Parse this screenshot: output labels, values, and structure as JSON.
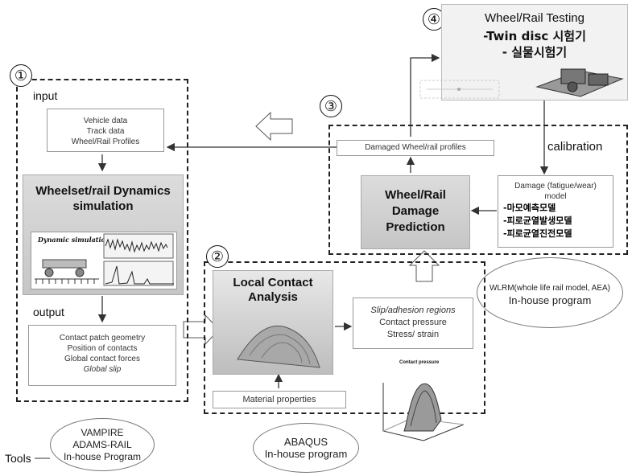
{
  "markers": {
    "m1": "①",
    "m2": "②",
    "m3": "③",
    "m4": "④"
  },
  "section1": {
    "input_label": "input",
    "input_lines": [
      "Vehicle data",
      "Track data",
      "Wheel/Rail Profiles"
    ],
    "sim_title": [
      "Wheelset/rail Dynamics",
      "simulation"
    ],
    "sim_caption": "Dynamic simulation",
    "output_label": "output",
    "output_lines": [
      "Contact patch geometry",
      "Position of contacts",
      "Global contact forces"
    ],
    "output_italic": "Global slip",
    "tools_label": "Tools",
    "tools_lines": [
      "VAMPIRE",
      "ADAMS-RAIL",
      "In-house Program"
    ]
  },
  "section2": {
    "title": [
      "Local Contact",
      "Analysis"
    ],
    "results": [
      "Contact pressure",
      "Stress/ strain"
    ],
    "results_italic": "Slip/adhesion regions",
    "material": "Material properties",
    "plot_title": "Contact pressure",
    "tool_lines": [
      "ABAQUS",
      "In-house program"
    ]
  },
  "section3": {
    "damaged_profiles": "Damaged Wheel/rail profiles",
    "calibration": "calibration",
    "prediction": [
      "Wheel/Rail",
      "Damage",
      "Prediction"
    ],
    "damage_model_lines": [
      "Damage (fatigue/wear)",
      "model"
    ],
    "damage_model_kr": [
      "-마모예측모델",
      "-피로균열발생모델",
      "-피로균열진전모델"
    ],
    "wlrm_lines": [
      "WLRM(whole life rail model, AEA)",
      "In-house program"
    ]
  },
  "section4": {
    "title": "Wheel/Rail Testing",
    "lines": [
      "-Twin disc 시험기",
      "- 실물시험기"
    ]
  },
  "colors": {
    "border": "#222222",
    "grey_box": "#cfcfcf",
    "line": "#333333"
  }
}
